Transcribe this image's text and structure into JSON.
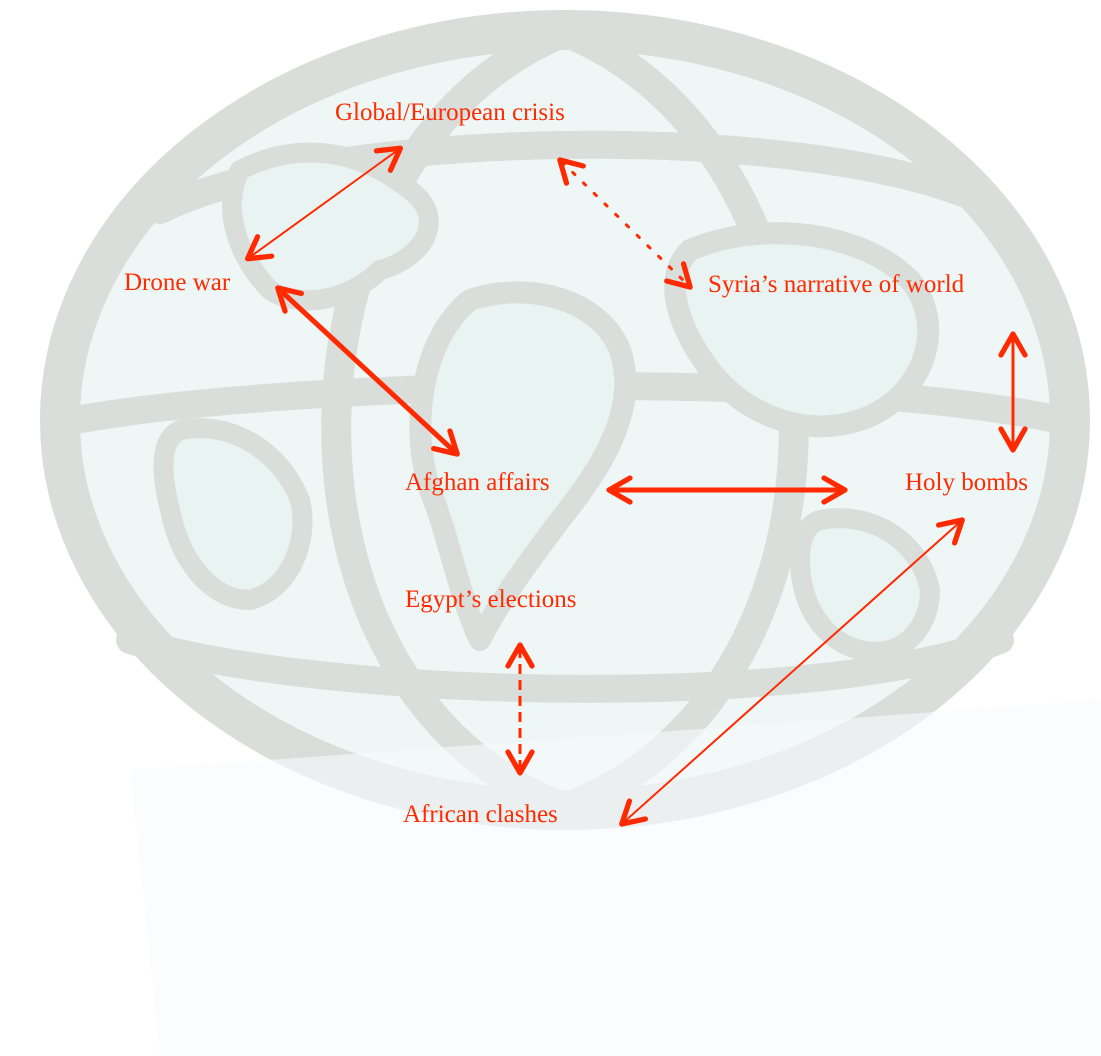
{
  "diagram": {
    "type": "topic-relationship-map",
    "background_icon": "globe-icon",
    "colors": {
      "accent": "#ff2a00",
      "globe_outline": "#d9dedb",
      "globe_fill": "#eef7f6"
    },
    "nodes": [
      {
        "id": "global",
        "label": "Global/European crisis"
      },
      {
        "id": "drone",
        "label": "Drone war"
      },
      {
        "id": "syria",
        "label": "Syria’s narrative of world"
      },
      {
        "id": "afghan",
        "label": "Afghan affairs"
      },
      {
        "id": "holy",
        "label": "Holy bombs"
      },
      {
        "id": "egypt",
        "label": "Egypt’s elections"
      },
      {
        "id": "african",
        "label": "African clashes"
      }
    ],
    "edges": [
      {
        "from": "global",
        "to": "drone",
        "style": "solid",
        "weight": "thin",
        "direction": "both"
      },
      {
        "from": "global",
        "to": "syria",
        "style": "dotted",
        "weight": "thin",
        "direction": "both"
      },
      {
        "from": "drone",
        "to": "afghan",
        "style": "solid",
        "weight": "thick",
        "direction": "both"
      },
      {
        "from": "afghan",
        "to": "holy",
        "style": "solid",
        "weight": "thick",
        "direction": "both"
      },
      {
        "from": "syria",
        "to": "holy",
        "style": "solid",
        "weight": "medium",
        "direction": "both"
      },
      {
        "from": "holy",
        "to": "african",
        "style": "solid",
        "weight": "thin",
        "direction": "both"
      },
      {
        "from": "egypt",
        "to": "african",
        "style": "dashed",
        "weight": "medium",
        "direction": "both"
      }
    ]
  }
}
